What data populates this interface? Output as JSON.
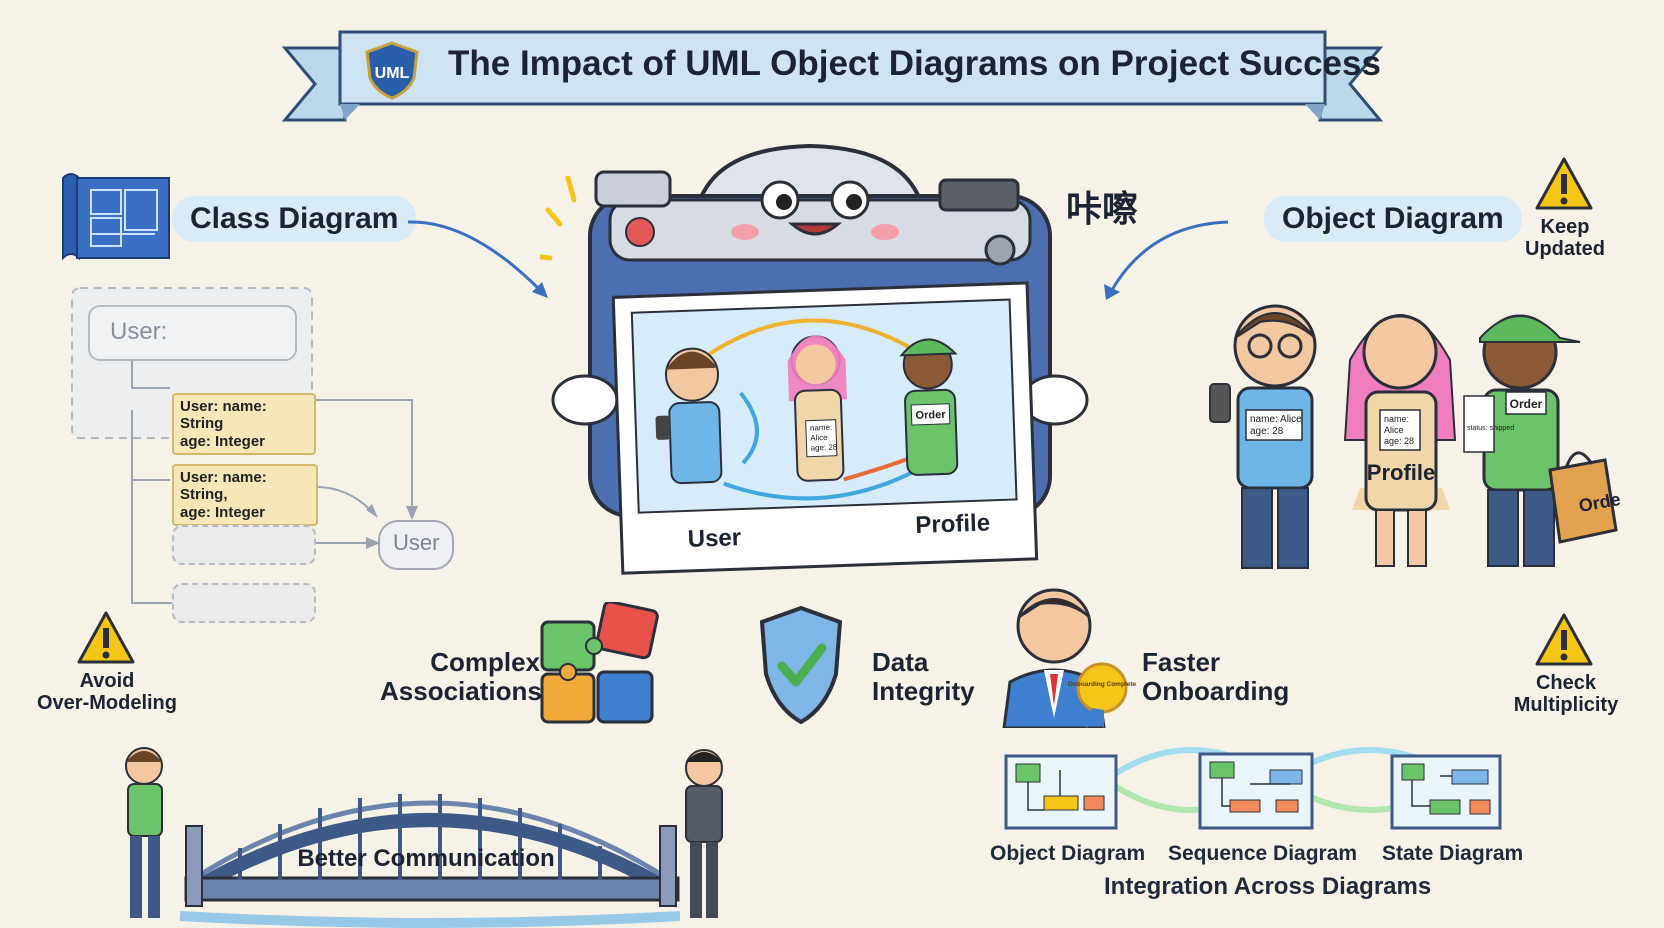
{
  "title": "The Impact of UML Object Diagrams on Project Success",
  "badge": "UML",
  "class_diagram": {
    "label": "Class Diagram",
    "user_field": "User:",
    "box1_line1": "User: name: String",
    "box1_line2": "age: Integer",
    "box2_line1": "User: name: String,",
    "box2_line2": "age: Integer",
    "target": "User"
  },
  "object_diagram": {
    "label": "Object Diagram"
  },
  "sound_effect": "咔嚓",
  "photo": {
    "left_label": "User",
    "right_label": "Profile",
    "tag_name": "name:",
    "tag_value": "Alice",
    "tag_age": "age: 28",
    "order": "Order"
  },
  "people": {
    "tag1_line1": "name: Alice",
    "tag1_line2": "age: 28",
    "tag2_line1": "name:",
    "tag2_line2": "Alice",
    "tag2_line3": "age: 28",
    "apron": "Profile",
    "shirt": "Order",
    "bag": "Order",
    "receipt": "status: shipped"
  },
  "warnings": {
    "keep_updated": "Keep\nUpdated",
    "avoid": "Avoid\nOver-Modeling",
    "check": "Check\nMultiplicity"
  },
  "features": {
    "complex": "Complex\nAssociations",
    "integrity": "Data\nIntegrity",
    "onboarding": "Faster\nOnboarding",
    "medal": "Onboarding Complete"
  },
  "communication": "Better Communication",
  "integration": {
    "title": "Integration Across Diagrams",
    "d1": "Object Diagram",
    "d2": "Sequence Diagram",
    "d3": "State Diagram"
  },
  "colors": {
    "background": "#f6f2e8",
    "banner": "#cfe4f3",
    "pill": "#d9ebf6",
    "camera": "#4b6fb0",
    "warning": "#f5c518",
    "accent_blue": "#3b6fc2"
  }
}
